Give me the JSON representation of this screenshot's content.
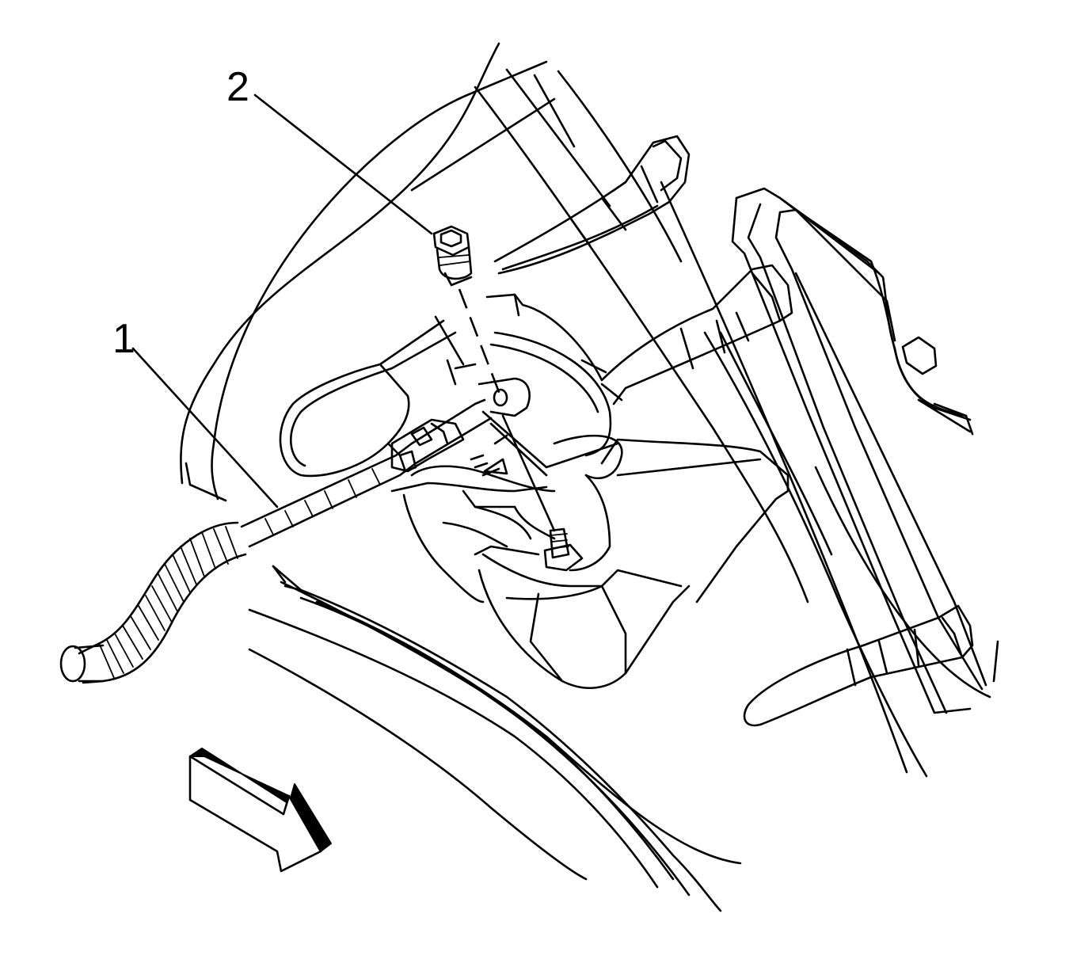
{
  "callouts": [
    {
      "id": 1,
      "label": "1"
    },
    {
      "id": 2,
      "label": "2"
    }
  ],
  "colors": {
    "line": "#000000",
    "background": "#ffffff"
  },
  "icons": {
    "direction": "front-direction-arrow-icon"
  }
}
